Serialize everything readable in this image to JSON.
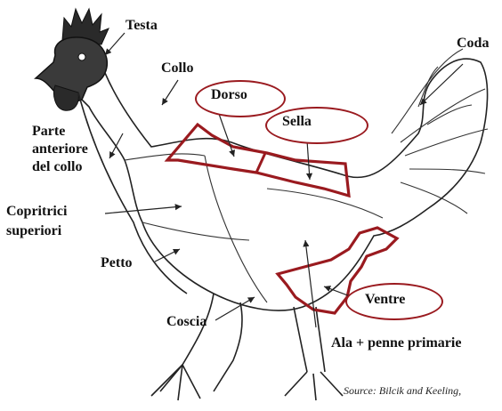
{
  "labels": {
    "testa": "Testa",
    "collo": "Collo",
    "coda": "Coda",
    "dorso": "Dorso",
    "sella": "Sella",
    "parte_anteriore": [
      "Parte",
      "anteriore",
      "del collo"
    ],
    "copritrici": [
      "Copritrici",
      "superiori"
    ],
    "petto": "Petto",
    "coscia": "Coscia",
    "ventre": "Ventre",
    "ala": "Ala + penne primarie"
  },
  "source": "Source: Bilcik and Keeling,",
  "colors": {
    "highlight": "#9a1a1f",
    "line": "#222222"
  }
}
